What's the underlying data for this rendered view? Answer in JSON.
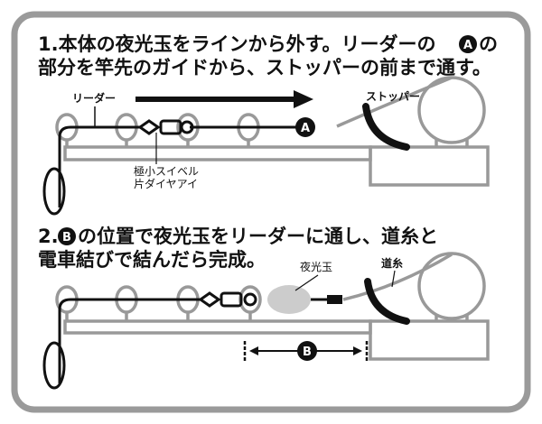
{
  "step1": {
    "title_line1": "1.本体の夜光玉をラインから外す。リーダーの",
    "marker_a_inline": "A",
    "title_line1_end": "の",
    "title_line2": "部分を竿先のガイドから、ストッパーの前まで通す。",
    "label_leader": "リーダー",
    "label_stopper": "ストッパー",
    "label_swivel_line1": "極小スイベル",
    "label_swivel_line2": "片ダイヤアイ",
    "marker_a": "A"
  },
  "step2": {
    "title_prefix": "2.",
    "marker_b_inline": "B",
    "title_line1": "の位置で夜光玉をリーダーに通し、道糸と",
    "title_line2": "電車結びで結んだら完成。",
    "label_bead": "夜光玉",
    "label_mainline": "道糸",
    "marker_b": "B"
  },
  "colors": {
    "frame": "#9a9a9a",
    "line": "#111111",
    "bead": "#cccccc"
  }
}
